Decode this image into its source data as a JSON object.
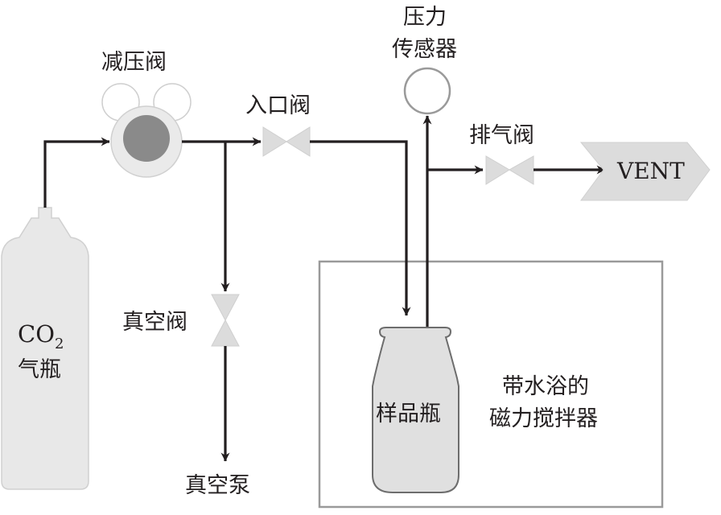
{
  "diagram": {
    "title": "CO2 absorption experimental apparatus",
    "components": {
      "co2_cylinder": {
        "label_line1": "CO",
        "label_sub": "2",
        "label_line2": "气瓶"
      },
      "pressure_reducing_valve": {
        "label": "减压阀"
      },
      "inlet_valve": {
        "label": "入口阀"
      },
      "pressure_sensor": {
        "label_line1": "压力",
        "label_line2": "传感器"
      },
      "exhaust_valve": {
        "label": "排气阀"
      },
      "vent": {
        "label": "VENT"
      },
      "vacuum_valve": {
        "label": "真空阀"
      },
      "vacuum_pump": {
        "label": "真空泵"
      },
      "sample_bottle": {
        "label": "样品瓶"
      },
      "magnetic_stirrer": {
        "label_line1": "带水浴的",
        "label_line2": "磁力搅拌器"
      }
    },
    "colors": {
      "line": "#231f20",
      "component_fill": "#e6e6e6",
      "component_stroke": "#bdbdbd",
      "regulator_core": "#8a8a8a",
      "valve_fill": "#dcdcdc",
      "box_stroke": "#9a9a9a"
    }
  }
}
